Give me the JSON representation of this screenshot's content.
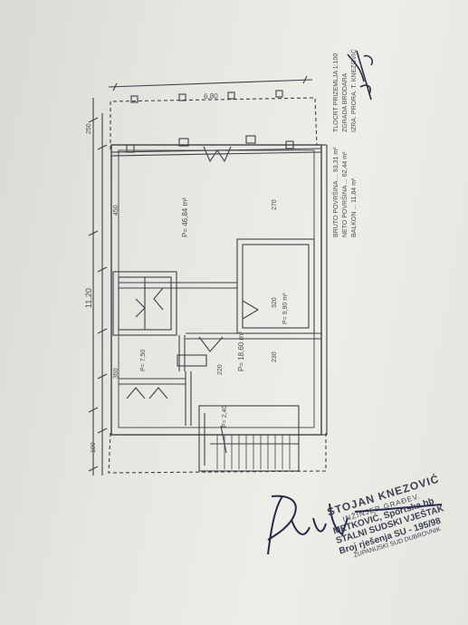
{
  "drawing": {
    "top_width_dim": "6,80",
    "overall_length_dim": "11,20",
    "seg_250_label": "250",
    "seg_450_label": "450",
    "seg_350_label": "350",
    "seg_220_label": "220",
    "seg_320_label": "320",
    "seg_230_label": "230",
    "seg_270_label": "270",
    "seg_100_label": "100",
    "big_room_area": "P= 46,84 m²",
    "hall_area": "P= 18,60 m²",
    "side_room_area": "P= 9,90 m²",
    "side_room_area_small": "P= 7,50",
    "small_room_area": "P= 2,40",
    "annotation_left": [
      "BRUTO POVRŠINA ... 93,31 m²",
      "NETO POVRŠINA ... 62,44 m²",
      "BALKON ... 11,84 m²"
    ],
    "annotation_right": [
      "TLOCRT PRIZEMLJA 1:100",
      "ZGRADA BRODARA",
      "IZRA. PRORA. T. KNEZOVIĆ"
    ]
  },
  "stamp": {
    "name": "STOJAN KNEZOVIĆ",
    "title": "INŽINJER GRAĐEV.",
    "address": "METKOVIĆ, Sportska bb",
    "role": "STALNI SUDSKI VJEŠTAK",
    "decision": "Broj rješenja SU - 195/98",
    "court": "ŽUPANIJSKI SUD DUBROVNIK"
  },
  "colors": {
    "paper": "#e9eae4",
    "ink": "#3f3f4a",
    "stamp_ink": "#3b3f52"
  }
}
